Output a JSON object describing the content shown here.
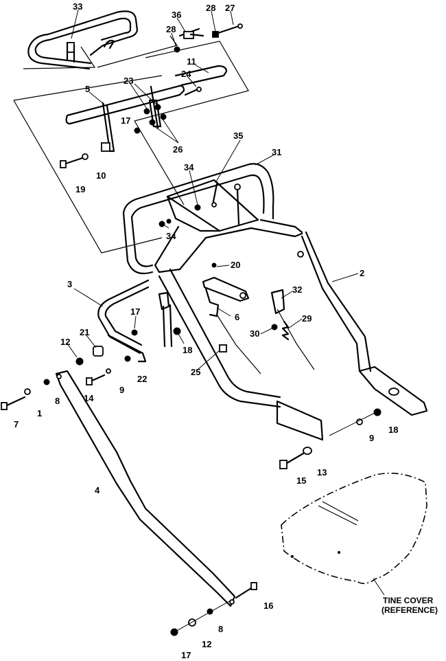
{
  "callouts": [
    {
      "id": "c33",
      "text": "33"
    },
    {
      "id": "c36",
      "text": "36"
    },
    {
      "id": "c28a",
      "text": "28"
    },
    {
      "id": "c27",
      "text": "27"
    },
    {
      "id": "c28b",
      "text": "28"
    },
    {
      "id": "c11",
      "text": "11"
    },
    {
      "id": "c5",
      "text": "5"
    },
    {
      "id": "c23",
      "text": "23"
    },
    {
      "id": "c24",
      "text": "24"
    },
    {
      "id": "c17a",
      "text": "17"
    },
    {
      "id": "c26",
      "text": "26"
    },
    {
      "id": "c35",
      "text": "35"
    },
    {
      "id": "c31",
      "text": "31"
    },
    {
      "id": "c10",
      "text": "10"
    },
    {
      "id": "c19",
      "text": "19"
    },
    {
      "id": "c34a",
      "text": "34"
    },
    {
      "id": "c34b",
      "text": "34"
    },
    {
      "id": "c20",
      "text": "20"
    },
    {
      "id": "c2",
      "text": "2"
    },
    {
      "id": "c3",
      "text": "3"
    },
    {
      "id": "c32",
      "text": "32"
    },
    {
      "id": "c6",
      "text": "6"
    },
    {
      "id": "c17b",
      "text": "17"
    },
    {
      "id": "c29",
      "text": "29"
    },
    {
      "id": "c30",
      "text": "30"
    },
    {
      "id": "c21",
      "text": "21"
    },
    {
      "id": "c12a",
      "text": "12"
    },
    {
      "id": "c18a",
      "text": "18"
    },
    {
      "id": "c25",
      "text": "25"
    },
    {
      "id": "c22",
      "text": "22"
    },
    {
      "id": "c9a",
      "text": "9"
    },
    {
      "id": "c14",
      "text": "14"
    },
    {
      "id": "c8a",
      "text": "8"
    },
    {
      "id": "c1",
      "text": "1"
    },
    {
      "id": "c7",
      "text": "7"
    },
    {
      "id": "c9b",
      "text": "9"
    },
    {
      "id": "c18b",
      "text": "18"
    },
    {
      "id": "c13",
      "text": "13"
    },
    {
      "id": "c15",
      "text": "15"
    },
    {
      "id": "c4",
      "text": "4"
    },
    {
      "id": "c16",
      "text": "16"
    },
    {
      "id": "c8b",
      "text": "8"
    },
    {
      "id": "c12b",
      "text": "12"
    },
    {
      "id": "c17c",
      "text": "17"
    }
  ],
  "tine_cover_label": {
    "line1": "TINE COVER",
    "line2": "(REFERENCE)"
  }
}
